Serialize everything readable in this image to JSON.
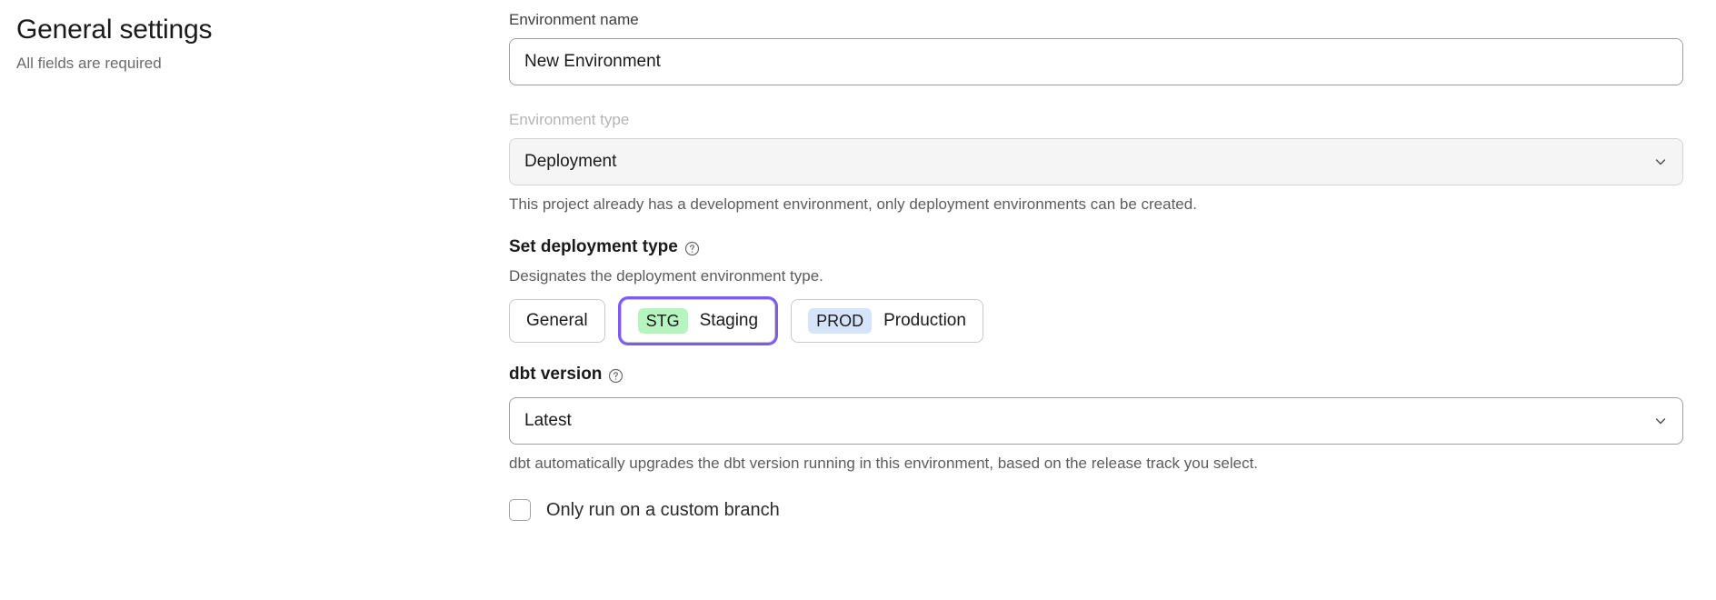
{
  "header": {
    "title": "General settings",
    "subtitle": "All fields are required"
  },
  "form": {
    "environment_name": {
      "label": "Environment name",
      "value": "New Environment",
      "placeholder": "Environment name"
    },
    "environment_type": {
      "label": "Environment type",
      "value": "Deployment",
      "disabled": true,
      "helper": "This project already has a development environment, only deployment environments can be created.",
      "chevron_icon": "chevron-down-icon"
    },
    "deployment_type": {
      "label": "Set deployment type",
      "help_icon": "help-circle-icon",
      "description": "Designates the deployment environment type.",
      "selected": "Staging",
      "options": [
        {
          "label": "General",
          "badge": "",
          "badge_color": "",
          "selected": false
        },
        {
          "label": "Staging",
          "badge": "STG",
          "badge_color": "#b6f5c0",
          "selected": true
        },
        {
          "label": "Production",
          "badge": "PROD",
          "badge_color": "#d6e4fb",
          "selected": false
        }
      ]
    },
    "dbt_version": {
      "label": "dbt version",
      "help_icon": "help-circle-icon",
      "value": "Latest",
      "helper": "dbt automatically upgrades the dbt version running in this environment, based on the release track you select.",
      "chevron_icon": "chevron-down-icon"
    },
    "custom_branch": {
      "label": "Only run on a custom branch",
      "checked": false
    }
  },
  "colors": {
    "accent": "#7c5cf0",
    "staging_badge": "#b6f5c0",
    "production_badge": "#d6e4fb",
    "text": "#1a1a1a",
    "muted": "#5c5c5c",
    "disabled": "#b4b4b4"
  }
}
